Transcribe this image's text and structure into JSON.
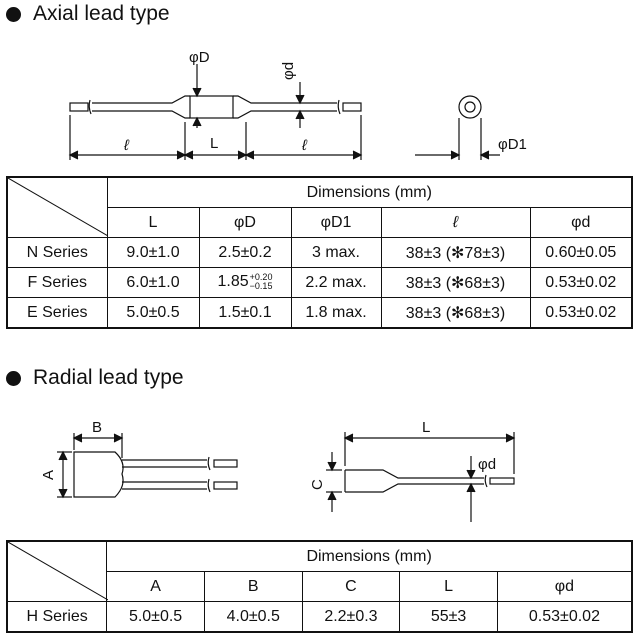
{
  "axial": {
    "title": "Axial lead type",
    "labels": {
      "phiD": "φD",
      "phid": "φd",
      "ell1": "ℓ",
      "L": "L",
      "ell2": "ℓ",
      "phiD1": "φD1"
    },
    "table": {
      "header_group": "Dimensions (mm)",
      "columns": [
        "L",
        "φD",
        "φD1",
        "ℓ",
        "φd"
      ],
      "rows": [
        {
          "series": "N Series",
          "L": "9.0±1.0",
          "D": "2.5±0.2",
          "D1": "3 max.",
          "ell": "38±3 (✻78±3)",
          "d": "0.60±0.05"
        },
        {
          "series": "F Series",
          "L": "6.0±1.0",
          "D": "1.85",
          "D_plus": "+0.20",
          "D_minus": "−0.15",
          "D1": "2.2 max.",
          "ell": "38±3 (✻68±3)",
          "d": "0.53±0.02"
        },
        {
          "series": "E Series",
          "L": "5.0±0.5",
          "D": "1.5±0.1",
          "D1": "1.8 max.",
          "ell": "38±3 (✻68±3)",
          "d": "0.53±0.02"
        }
      ]
    }
  },
  "radial": {
    "title": "Radial lead type",
    "labels": {
      "B": "B",
      "A": "A",
      "L": "L",
      "C": "C",
      "phid": "φd"
    },
    "table": {
      "header_group": "Dimensions (mm)",
      "columns": [
        "A",
        "B",
        "C",
        "L",
        "φd"
      ],
      "rows": [
        {
          "series": "H Series",
          "A": "5.0±0.5",
          "B": "4.0±0.5",
          "C": "2.2±0.3",
          "L": "55±3",
          "d": "0.53±0.02"
        }
      ]
    }
  }
}
